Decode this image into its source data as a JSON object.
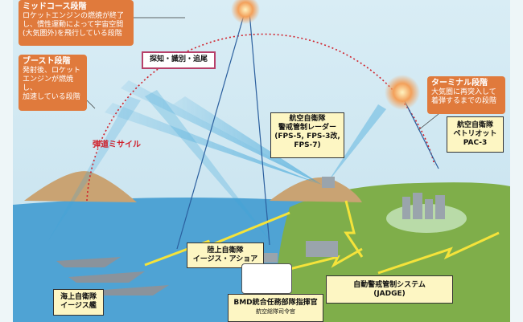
{
  "labels": {
    "midcourse": {
      "title": "ミッドコース段階",
      "lines": [
        "ロケットエンジンの燃焼が終了",
        "し、慣性運動によって宇宙空間",
        "(大気圏外)を飛行している段階"
      ]
    },
    "boost": {
      "title": "ブースト段階",
      "lines": [
        "発射後、ロケット",
        "エンジンが燃焼し、",
        "加速している段階"
      ]
    },
    "detect": "探知・識別・追尾",
    "ballistic_missile": "弾道ミサイル",
    "radar": {
      "lines": [
        "航空自衛隊",
        "警戒管制レーダー",
        "(FPS-5, FPS-3改,",
        "FPS-7)"
      ]
    },
    "terminal": {
      "title": "ターミナル段階",
      "lines": [
        "大気圏に再突入して",
        "着弾するまでの段階"
      ]
    },
    "patriot": {
      "lines": [
        "航空自衛隊",
        "ペトリオット",
        "PAC-3"
      ]
    },
    "aegis_ashore": {
      "lines": [
        "陸上自衛隊",
        "イージス・アショア"
      ]
    },
    "aegis_ship": {
      "lines": [
        "海上自衛隊",
        "イージス艦"
      ]
    },
    "bmd_commander": {
      "title": "BMD統合任務部隊指揮官",
      "sub": "航空総隊司令官"
    },
    "jadge": {
      "lines": [
        "自動警戒管制システム",
        "(JADGE)"
      ]
    }
  },
  "colors": {
    "orange": "#e07a3c",
    "trajectory": "#d0212b",
    "label_yellow": "#fdf6c3"
  }
}
